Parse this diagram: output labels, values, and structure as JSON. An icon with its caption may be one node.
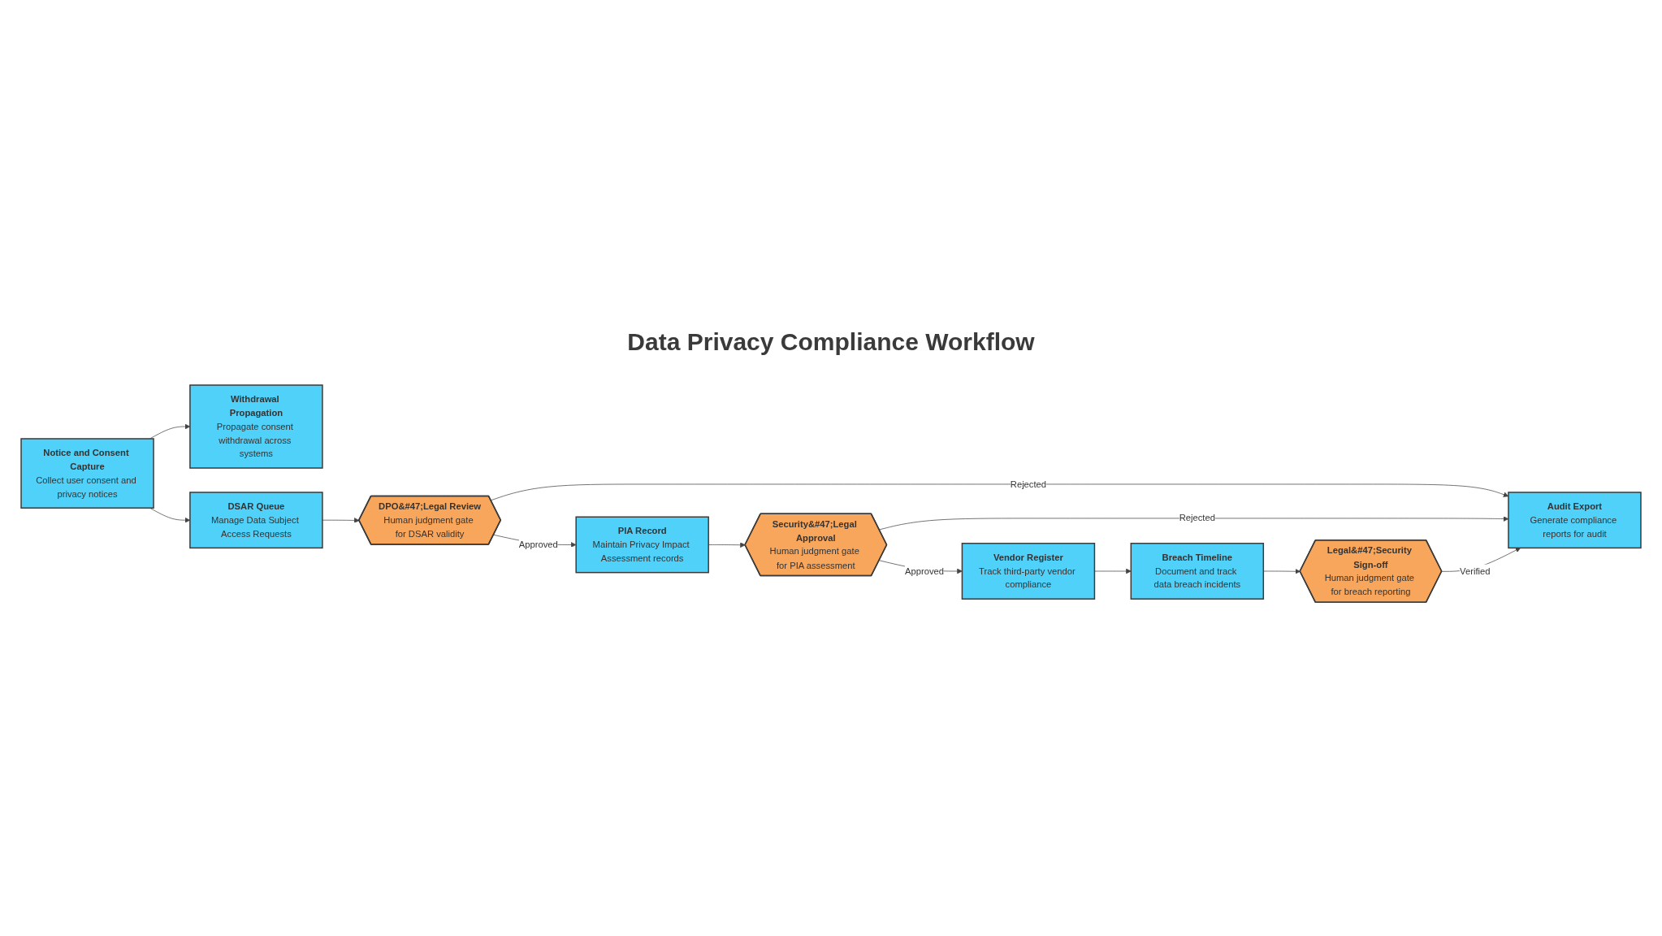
{
  "diagram": {
    "title": "Data Privacy Compliance Workflow",
    "nodes": [
      {
        "text": [
          "Notice and Consent Capture",
          "Collect user consent and privacy notices"
        ]
      },
      {
        "text": [
          "Withdrawal Propagation",
          "Propagate consent withdrawal across systems"
        ]
      },
      {
        "text": [
          "DSAR Queue",
          "Manage Data Subject Access Requests"
        ]
      },
      {
        "text": [
          "DPO&#47;Legal Review",
          "Human judgment gate for DSAR validity"
        ]
      },
      {
        "text": [
          "PIA Record",
          "Maintain Privacy Impact Assessment records"
        ]
      },
      {
        "text": [
          "Security&#47;Legal Approval",
          "Human judgment gate for PIA assessment"
        ]
      },
      {
        "text": [
          "Vendor Register",
          "Track third-party vendor compliance"
        ]
      },
      {
        "text": [
          "Breach Timeline",
          "Document and track data breach incidents"
        ]
      },
      {
        "text": [
          "Legal&#47;Security Sign-off",
          "Human judgment gate for breach reporting"
        ]
      },
      {
        "text": [
          "Audit Export",
          "Generate compliance reports for audit"
        ]
      }
    ],
    "edges": [
      {
        "from": 0,
        "to": 1,
        "arrow": "to"
      },
      {
        "from": 0,
        "to": 2,
        "arrow": "to"
      },
      {
        "from": 2,
        "to": 3,
        "arrow": "to"
      },
      {
        "from": 3,
        "to": 4,
        "arrow": "to",
        "label": "Approved"
      },
      {
        "from": 3,
        "to": 9,
        "arrow": "to",
        "label": "Rejected"
      },
      {
        "from": 4,
        "to": 5,
        "arrow": "to"
      },
      {
        "from": 5,
        "to": 6,
        "arrow": "to",
        "label": "Approved"
      },
      {
        "from": 5,
        "to": 9,
        "arrow": "to",
        "label": "Rejected"
      },
      {
        "from": 6,
        "to": 7,
        "arrow": "to"
      },
      {
        "from": 7,
        "to": 8,
        "arrow": "to"
      },
      {
        "from": 8,
        "to": 9,
        "arrow": "to",
        "label": "Verified"
      }
    ]
  }
}
